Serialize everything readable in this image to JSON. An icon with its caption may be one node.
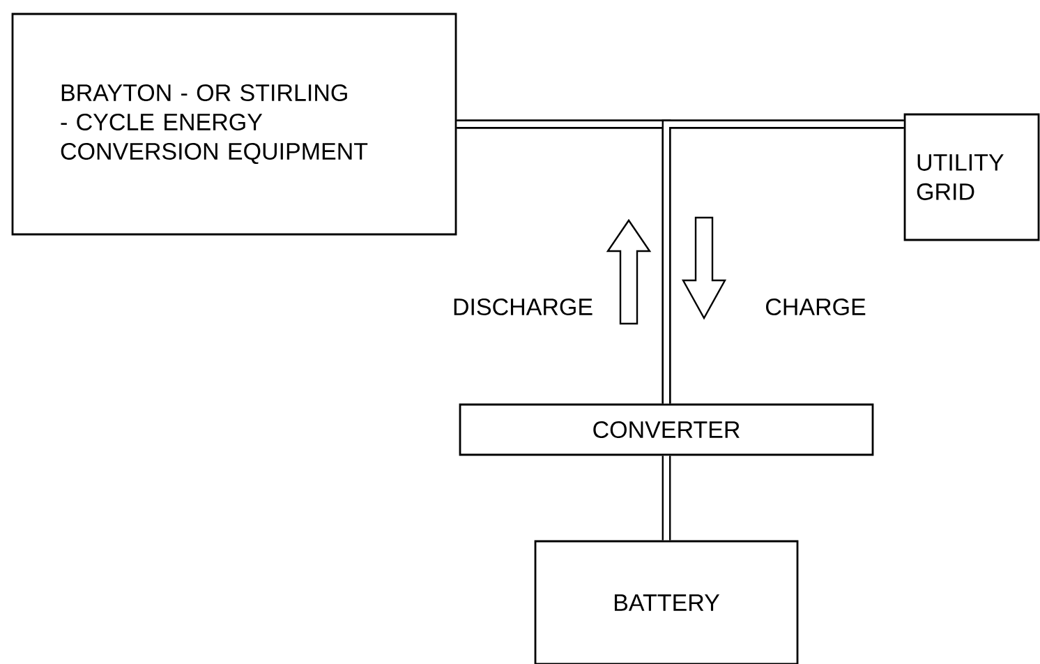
{
  "diagram": {
    "nodes": [
      {
        "text": [
          "BRAYTON - OR STIRLING - CYCLE ENERGY CONVERSION EQUIPMENT"
        ]
      },
      {
        "text": [
          "UTILITY GRID"
        ]
      },
      {
        "text": [
          "CONVERTER"
        ]
      },
      {
        "text": [
          "BATTERY"
        ]
      }
    ],
    "edges": [
      {
        "from": 0,
        "to": 1,
        "arrow": "none"
      },
      {
        "from": 2,
        "to": 0,
        "arrow": "none"
      },
      {
        "from": 2,
        "to": 1,
        "arrow": "none"
      },
      {
        "from": 2,
        "to": 3,
        "arrow": "none"
      }
    ],
    "labels": [
      "DISCHARGE",
      "CHARGE"
    ]
  }
}
